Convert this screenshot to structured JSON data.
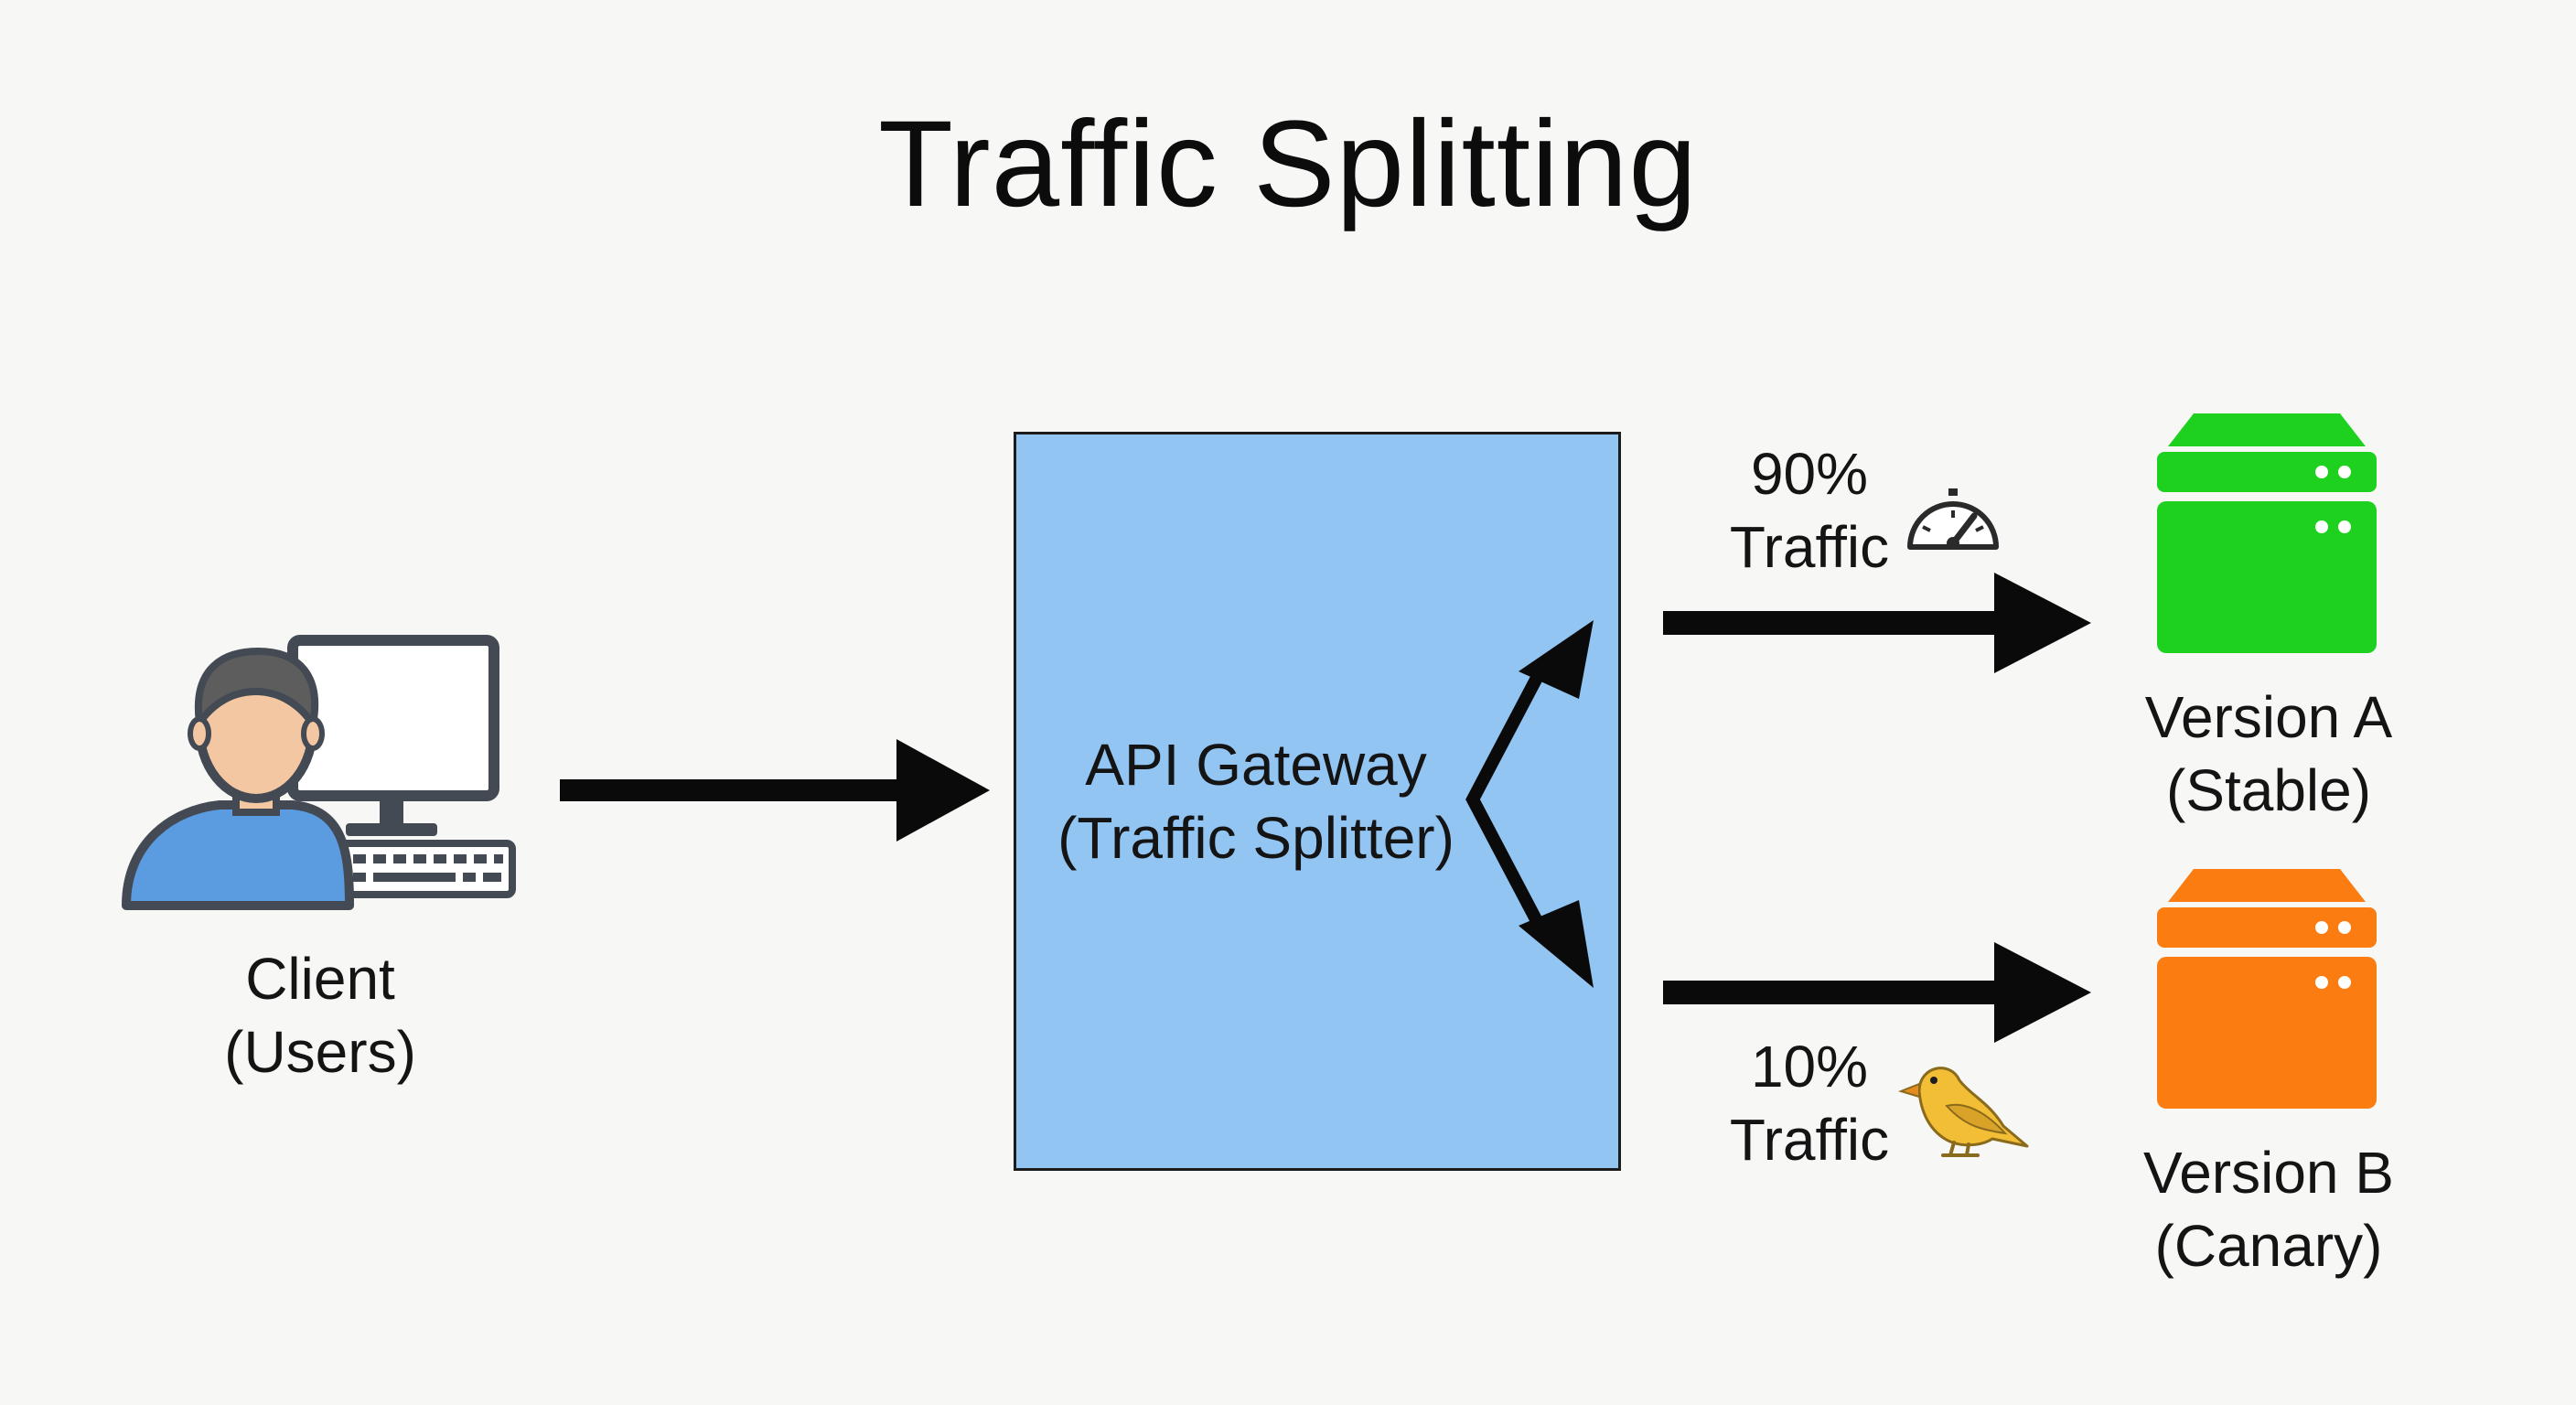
{
  "diagram": {
    "title": "Traffic Splitting",
    "client": {
      "line1": "Client",
      "line2": "(Users)",
      "icon": "user-computer-icon"
    },
    "gateway": {
      "line1": "API Gateway",
      "line2": "(Traffic Splitter)"
    },
    "routes": [
      {
        "percent": "90%",
        "word": "Traffic",
        "icon": "speedometer-icon",
        "target": "Version A"
      },
      {
        "percent": "10%",
        "word": "Traffic",
        "icon": "canary-bird-icon",
        "target": "Version B"
      }
    ],
    "version_a": {
      "line1": "Version A",
      "line2": "(Stable)",
      "icon": "server-icon",
      "color": "#1fd11f"
    },
    "version_b": {
      "line1": "Version B",
      "line2": "(Canary)",
      "icon": "server-icon",
      "color": "#fb7c11"
    },
    "colors": {
      "gateway_fill": "#93c5f3",
      "client_shirt": "#5b9be0",
      "bird": "#f2be35"
    }
  }
}
